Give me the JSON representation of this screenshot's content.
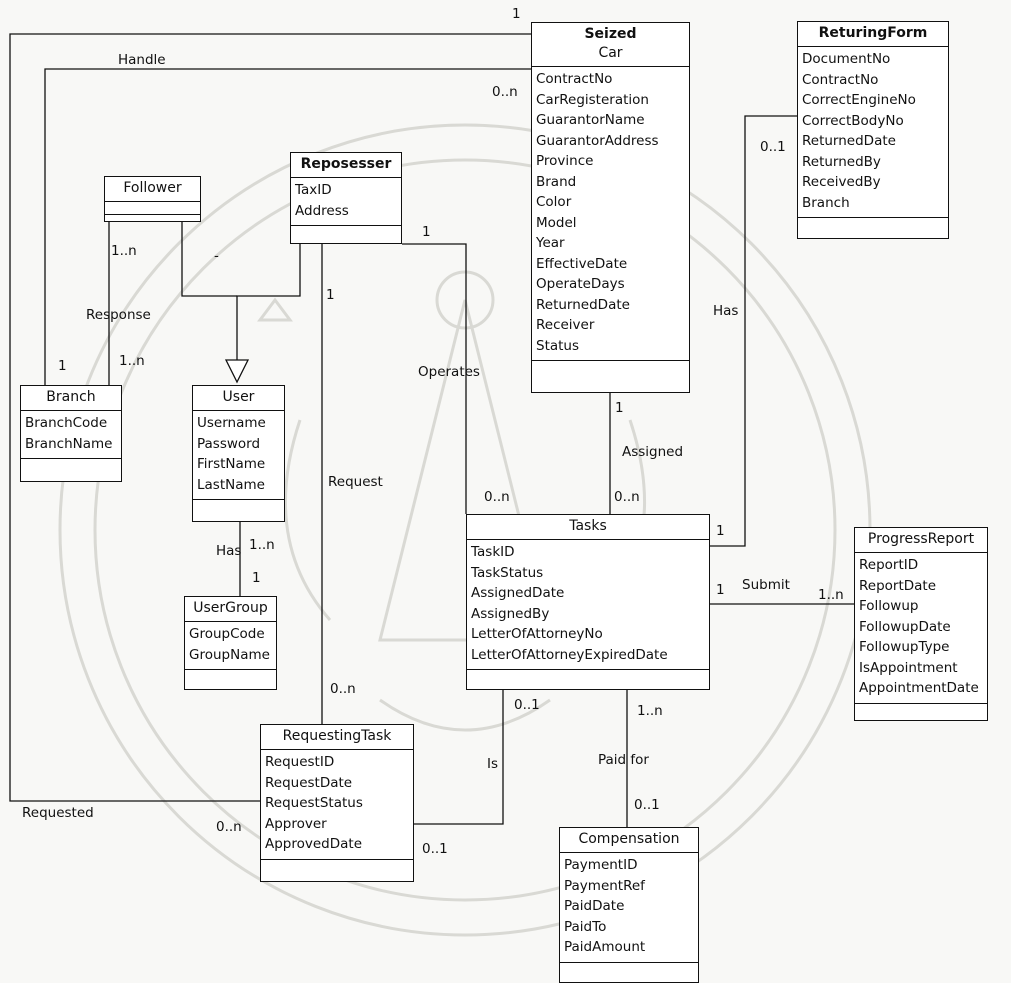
{
  "classes": {
    "seized_car": {
      "name_line1": "Seized",
      "name_line2": "Car",
      "attributes": [
        "ContractNo",
        "CarRegisteration",
        "GuarantorName",
        "GuarantorAddress",
        "Province",
        "Brand",
        "Color",
        "Model",
        "Year",
        "EffectiveDate",
        "OperateDays",
        "ReturnedDate",
        "Receiver",
        "Status"
      ]
    },
    "returing_form": {
      "name": "ReturingForm",
      "attributes": [
        "DocumentNo",
        "ContractNo",
        "CorrectEngineNo",
        "CorrectBodyNo",
        "ReturnedDate",
        "ReturnedBy",
        "ReceivedBy",
        "Branch"
      ]
    },
    "reposesser": {
      "name": "Reposesser",
      "attributes": [
        "TaxID",
        "Address"
      ]
    },
    "follower": {
      "name": "Follower",
      "attributes": []
    },
    "branch": {
      "name": "Branch",
      "attributes": [
        "BranchCode",
        "BranchName"
      ]
    },
    "user": {
      "name": "User",
      "attributes": [
        "Username",
        "Password",
        "FirstName",
        "LastName"
      ]
    },
    "user_group": {
      "name": "UserGroup",
      "attributes": [
        "GroupCode",
        "GroupName"
      ]
    },
    "tasks": {
      "name": "Tasks",
      "attributes": [
        "TaskID",
        "TaskStatus",
        "AssignedDate",
        "AssignedBy",
        "LetterOfAttorneyNo",
        "LetterOfAttorneyExpiredDate"
      ]
    },
    "progress_report": {
      "name": "ProgressReport",
      "attributes": [
        "ReportID",
        "ReportDate",
        "Followup",
        "FollowupDate",
        "FollowupType",
        "IsAppointment",
        "AppointmentDate"
      ]
    },
    "requesting_task": {
      "name": "RequestingTask",
      "attributes": [
        "RequestID",
        "RequestDate",
        "RequestStatus",
        "Approver",
        "ApprovedDate"
      ]
    },
    "compensation": {
      "name": "Compensation",
      "attributes": [
        "PaymentID",
        "PaymentRef",
        "PaidDate",
        "PaidTo",
        "PaidAmount"
      ]
    }
  },
  "labels": {
    "handle_mult_top": "1",
    "handle": "Handle",
    "handle_mult_car": "0..n",
    "has_mult_form": "0..1",
    "has": "Has",
    "follower_mult": "1..n",
    "response": "Response",
    "branch_mult_1": "1",
    "branch_mult_1n": "1..n",
    "dot": "-",
    "reposesser_mult_1a": "1",
    "reposesser_mult_1b": "1",
    "operates": "Operates",
    "request": "Request",
    "seized_mult_1": "1",
    "assigned": "Assigned",
    "tasks_mult_0n_a": "0..n",
    "tasks_mult_0n_b": "0..n",
    "tasks_mult_1_has": "1",
    "tasks_mult_1_submit": "1",
    "submit": "Submit",
    "progress_mult": "1..n",
    "user_has": "Has",
    "user_mult_1n": "1..n",
    "usergroup_mult_1": "1",
    "requesting_mult_0n": "0..n",
    "tasks_mult_01": "0..1",
    "is": "Is",
    "tasks_mult_1n": "1..n",
    "paid_for": "Paid for",
    "comp_mult_01": "0..1",
    "requested": "Requested",
    "requesting_mult_0n_b": "0..n",
    "requesting_mult_01": "0..1"
  }
}
